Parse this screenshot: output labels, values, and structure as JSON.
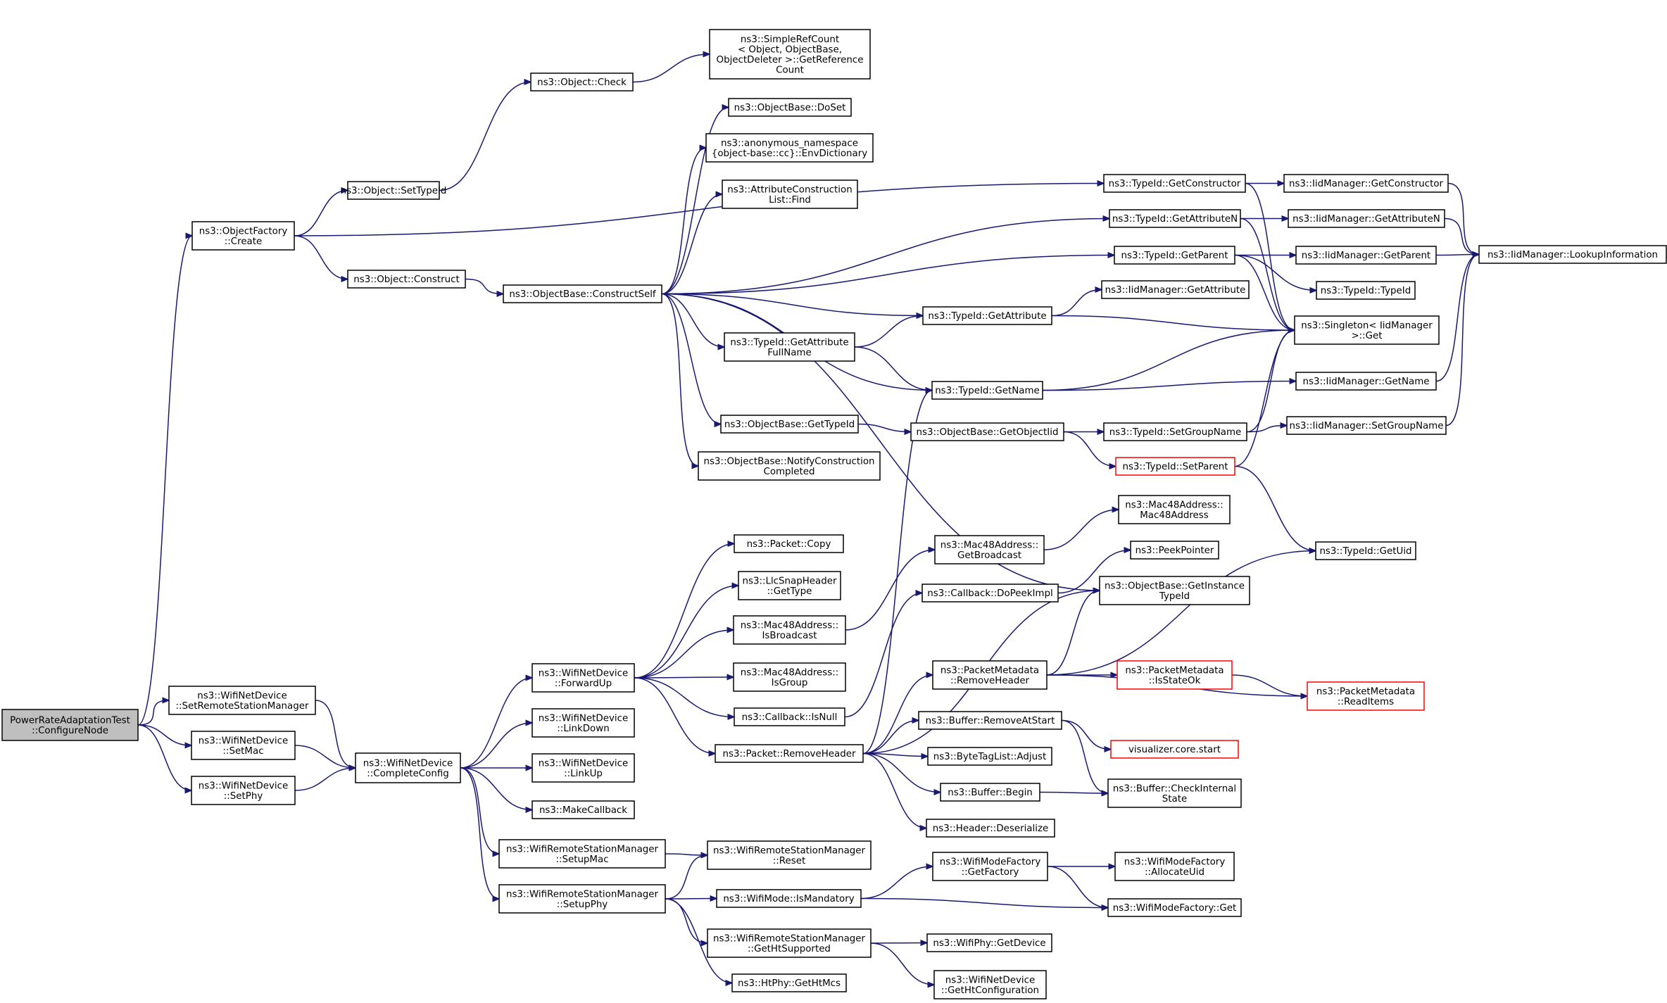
{
  "nodes": [
    {
      "id": "root",
      "lines": [
        "PowerRateAdaptationTest",
        "::ConfigureNode"
      ],
      "kind": "root"
    },
    {
      "id": "ofc",
      "lines": [
        "ns3::ObjectFactory",
        "::Create"
      ]
    },
    {
      "id": "wsrsm",
      "lines": [
        "ns3::WifiNetDevice",
        "::SetRemoteStationManager"
      ]
    },
    {
      "id": "wsmac",
      "lines": [
        "ns3::WifiNetDevice",
        "::SetMac"
      ]
    },
    {
      "id": "wsphy",
      "lines": [
        "ns3::WifiNetDevice",
        "::SetPhy"
      ]
    },
    {
      "id": "osti",
      "lines": [
        "ns3::Object::SetTypeId"
      ]
    },
    {
      "id": "ocon",
      "lines": [
        "ns3::Object::Construct"
      ]
    },
    {
      "id": "wcc",
      "lines": [
        "ns3::WifiNetDevice",
        "::CompleteConfig"
      ]
    },
    {
      "id": "ochk",
      "lines": [
        "ns3::Object::Check"
      ]
    },
    {
      "id": "obcs",
      "lines": [
        "ns3::ObjectBase::ConstructSelf"
      ]
    },
    {
      "id": "wfu",
      "lines": [
        "ns3::WifiNetDevice",
        "::ForwardUp"
      ]
    },
    {
      "id": "wld",
      "lines": [
        "ns3::WifiNetDevice",
        "::LinkDown"
      ]
    },
    {
      "id": "wlu",
      "lines": [
        "ns3::WifiNetDevice",
        "::LinkUp"
      ]
    },
    {
      "id": "mcb",
      "lines": [
        "ns3::MakeCallback"
      ]
    },
    {
      "id": "wrsmm",
      "lines": [
        "ns3::WifiRemoteStationManager",
        "::SetupMac"
      ]
    },
    {
      "id": "wrsmp",
      "lines": [
        "ns3::WifiRemoteStationManager",
        "::SetupPhy"
      ]
    },
    {
      "id": "src",
      "lines": [
        "ns3::SimpleRefCount",
        "< Object, ObjectBase,",
        "ObjectDeleter >::GetReference",
        "Count"
      ]
    },
    {
      "id": "obds",
      "lines": [
        "ns3::ObjectBase::DoSet"
      ]
    },
    {
      "id": "anon",
      "lines": [
        "ns3::anonymous_namespace",
        "{object-base::cc}::EnvDictionary"
      ]
    },
    {
      "id": "acf",
      "lines": [
        "ns3::AttributeConstruction",
        "List::Find"
      ]
    },
    {
      "id": "tgafn",
      "lines": [
        "ns3::TypeId::GetAttribute",
        "FullName"
      ]
    },
    {
      "id": "obgti",
      "lines": [
        "ns3::ObjectBase::GetTypeId"
      ]
    },
    {
      "id": "obncc",
      "lines": [
        "ns3::ObjectBase::NotifyConstruction",
        "Completed"
      ]
    },
    {
      "id": "pcopy",
      "lines": [
        "ns3::Packet::Copy"
      ]
    },
    {
      "id": "llc",
      "lines": [
        "ns3::LlcSnapHeader",
        "::GetType"
      ]
    },
    {
      "id": "macib",
      "lines": [
        "ns3::Mac48Address::",
        "IsBroadcast"
      ]
    },
    {
      "id": "macig",
      "lines": [
        "ns3::Mac48Address::",
        "IsGroup"
      ]
    },
    {
      "id": "cbin",
      "lines": [
        "ns3::Callback::IsNull"
      ]
    },
    {
      "id": "prh",
      "lines": [
        "ns3::Packet::RemoveHeader"
      ]
    },
    {
      "id": "wrsmr",
      "lines": [
        "ns3::WifiRemoteStationManager",
        "::Reset"
      ]
    },
    {
      "id": "wmim",
      "lines": [
        "ns3::WifiMode::IsMandatory"
      ]
    },
    {
      "id": "wrsmght",
      "lines": [
        "ns3::WifiRemoteStationManager",
        "::GetHtSupported"
      ]
    },
    {
      "id": "htmcs",
      "lines": [
        "ns3::HtPhy::GetHtMcs"
      ]
    },
    {
      "id": "tgc",
      "lines": [
        "ns3::TypeId::GetConstructor"
      ]
    },
    {
      "id": "tgan",
      "lines": [
        "ns3::TypeId::GetAttributeN"
      ]
    },
    {
      "id": "tgp",
      "lines": [
        "ns3::TypeId::GetParent"
      ]
    },
    {
      "id": "tga",
      "lines": [
        "ns3::TypeId::GetAttribute"
      ]
    },
    {
      "id": "tgn",
      "lines": [
        "ns3::TypeId::GetName"
      ]
    },
    {
      "id": "obgoi",
      "lines": [
        "ns3::ObjectBase::GetObjectIid"
      ]
    },
    {
      "id": "macgb",
      "lines": [
        "ns3::Mac48Address::",
        "GetBroadcast"
      ]
    },
    {
      "id": "cbdpi",
      "lines": [
        "ns3::Callback::DoPeekImpl"
      ]
    },
    {
      "id": "pmrh",
      "lines": [
        "ns3::PacketMetadata",
        "::RemoveHeader"
      ]
    },
    {
      "id": "bras",
      "lines": [
        "ns3::Buffer::RemoveAtStart"
      ]
    },
    {
      "id": "btla",
      "lines": [
        "ns3::ByteTagList::Adjust"
      ]
    },
    {
      "id": "bbeg",
      "lines": [
        "ns3::Buffer::Begin"
      ]
    },
    {
      "id": "hdes",
      "lines": [
        "ns3::Header::Deserialize"
      ]
    },
    {
      "id": "wmfgf",
      "lines": [
        "ns3::WifiModeFactory",
        "::GetFactory"
      ]
    },
    {
      "id": "wpgd",
      "lines": [
        "ns3::WifiPhy::GetDevice"
      ]
    },
    {
      "id": "wndghc",
      "lines": [
        "ns3::WifiNetDevice",
        "::GetHtConfiguration"
      ]
    },
    {
      "id": "igc",
      "lines": [
        "ns3::IidManager::GetConstructor"
      ]
    },
    {
      "id": "igan",
      "lines": [
        "ns3::IidManager::GetAttributeN"
      ]
    },
    {
      "id": "igp",
      "lines": [
        "ns3::IidManager::GetParent"
      ]
    },
    {
      "id": "tti",
      "lines": [
        "ns3::TypeId::TypeId"
      ]
    },
    {
      "id": "iga",
      "lines": [
        "ns3::IidManager::GetAttribute"
      ]
    },
    {
      "id": "sing",
      "lines": [
        "ns3::Singleton< IidManager",
        ">::Get"
      ]
    },
    {
      "id": "ign",
      "lines": [
        "ns3::IidManager::GetName"
      ]
    },
    {
      "id": "tsgn",
      "lines": [
        "ns3::TypeId::SetGroupName"
      ]
    },
    {
      "id": "isgn",
      "lines": [
        "ns3::IidManager::SetGroupName"
      ]
    },
    {
      "id": "tsp",
      "lines": [
        "ns3::TypeId::SetParent"
      ],
      "kind": "red"
    },
    {
      "id": "macmac",
      "lines": [
        "ns3::Mac48Address::",
        "Mac48Address"
      ]
    },
    {
      "id": "ppeek",
      "lines": [
        "ns3::PeekPointer"
      ]
    },
    {
      "id": "obgit",
      "lines": [
        "ns3::ObjectBase::GetInstance",
        "TypeId"
      ]
    },
    {
      "id": "tgu",
      "lines": [
        "ns3::TypeId::GetUid"
      ]
    },
    {
      "id": "pmiso",
      "lines": [
        "ns3::PacketMetadata",
        "::IsStateOk"
      ],
      "kind": "red"
    },
    {
      "id": "pmri",
      "lines": [
        "ns3::PacketMetadata",
        "::ReadItems"
      ],
      "kind": "red"
    },
    {
      "id": "vcs",
      "lines": [
        "visualizer.core.start"
      ],
      "kind": "red"
    },
    {
      "id": "bci",
      "lines": [
        "ns3::Buffer::CheckInternal",
        "State"
      ]
    },
    {
      "id": "wmfau",
      "lines": [
        "ns3::WifiModeFactory",
        "::AllocateUid"
      ]
    },
    {
      "id": "wmfg",
      "lines": [
        "ns3::WifiModeFactory::Get"
      ]
    },
    {
      "id": "ilu",
      "lines": [
        "ns3::IidManager::LookupInformation"
      ]
    }
  ],
  "edges": [
    [
      "root",
      "ofc"
    ],
    [
      "root",
      "wsrsm"
    ],
    [
      "root",
      "wsmac"
    ],
    [
      "root",
      "wsphy"
    ],
    [
      "ofc",
      "osti"
    ],
    [
      "ofc",
      "ocon"
    ],
    [
      "ofc",
      "tgc"
    ],
    [
      "osti",
      "ochk"
    ],
    [
      "ochk",
      "src"
    ],
    [
      "ocon",
      "obcs"
    ],
    [
      "wsrsm",
      "wcc"
    ],
    [
      "wsmac",
      "wcc"
    ],
    [
      "wsphy",
      "wcc"
    ],
    [
      "obcs",
      "obds"
    ],
    [
      "obcs",
      "anon"
    ],
    [
      "obcs",
      "acf"
    ],
    [
      "obcs",
      "tgan"
    ],
    [
      "obcs",
      "tgp"
    ],
    [
      "obcs",
      "tga"
    ],
    [
      "obcs",
      "tgafn"
    ],
    [
      "obcs",
      "tgn"
    ],
    [
      "obcs",
      "obgti"
    ],
    [
      "obcs",
      "obncc"
    ],
    [
      "obcs",
      "obgit"
    ],
    [
      "tgafn",
      "tga"
    ],
    [
      "tgafn",
      "tgn"
    ],
    [
      "obgti",
      "obgoi"
    ],
    [
      "wcc",
      "wfu"
    ],
    [
      "wcc",
      "wld"
    ],
    [
      "wcc",
      "wlu"
    ],
    [
      "wcc",
      "mcb"
    ],
    [
      "wcc",
      "wrsmm"
    ],
    [
      "wcc",
      "wrsmp"
    ],
    [
      "wfu",
      "pcopy"
    ],
    [
      "wfu",
      "llc"
    ],
    [
      "wfu",
      "macib"
    ],
    [
      "wfu",
      "macig"
    ],
    [
      "wfu",
      "cbin"
    ],
    [
      "wfu",
      "prh"
    ],
    [
      "macib",
      "macgb"
    ],
    [
      "cbin",
      "cbdpi"
    ],
    [
      "prh",
      "tgn"
    ],
    [
      "prh",
      "obgit"
    ],
    [
      "prh",
      "pmrh"
    ],
    [
      "prh",
      "bras"
    ],
    [
      "prh",
      "btla"
    ],
    [
      "prh",
      "bbeg"
    ],
    [
      "prh",
      "hdes"
    ],
    [
      "wrsmm",
      "wrsmr"
    ],
    [
      "wrsmp",
      "wrsmr"
    ],
    [
      "wrsmp",
      "wmim"
    ],
    [
      "wrsmp",
      "wrsmght"
    ],
    [
      "wrsmp",
      "htmcs"
    ],
    [
      "wmim",
      "wmfgf"
    ],
    [
      "wmim",
      "wmfg"
    ],
    [
      "wrsmght",
      "wpgd"
    ],
    [
      "wrsmght",
      "wndghc"
    ],
    [
      "tgc",
      "igc"
    ],
    [
      "tgc",
      "sing"
    ],
    [
      "tgan",
      "igan"
    ],
    [
      "tgan",
      "sing"
    ],
    [
      "tgp",
      "igp"
    ],
    [
      "tgp",
      "tti"
    ],
    [
      "tgp",
      "sing"
    ],
    [
      "tga",
      "iga"
    ],
    [
      "tga",
      "sing"
    ],
    [
      "tgn",
      "sing"
    ],
    [
      "tgn",
      "ign"
    ],
    [
      "obgoi",
      "tsgn"
    ],
    [
      "obgoi",
      "tsp"
    ],
    [
      "tsgn",
      "isgn"
    ],
    [
      "tsgn",
      "sing"
    ],
    [
      "tsp",
      "sing"
    ],
    [
      "tsp",
      "tgu"
    ],
    [
      "macgb",
      "macmac"
    ],
    [
      "cbdpi",
      "ppeek"
    ],
    [
      "pmrh",
      "obgit"
    ],
    [
      "pmrh",
      "tgu"
    ],
    [
      "pmrh",
      "pmiso"
    ],
    [
      "pmrh",
      "pmri"
    ],
    [
      "pmiso",
      "pmri"
    ],
    [
      "bras",
      "vcs"
    ],
    [
      "bras",
      "bci"
    ],
    [
      "bbeg",
      "bci"
    ],
    [
      "wmfgf",
      "wmfau"
    ],
    [
      "wmfgf",
      "wmfg"
    ],
    [
      "igc",
      "ilu"
    ],
    [
      "igan",
      "ilu"
    ],
    [
      "igp",
      "ilu"
    ],
    [
      "ign",
      "ilu"
    ],
    [
      "isgn",
      "ilu"
    ]
  ]
}
